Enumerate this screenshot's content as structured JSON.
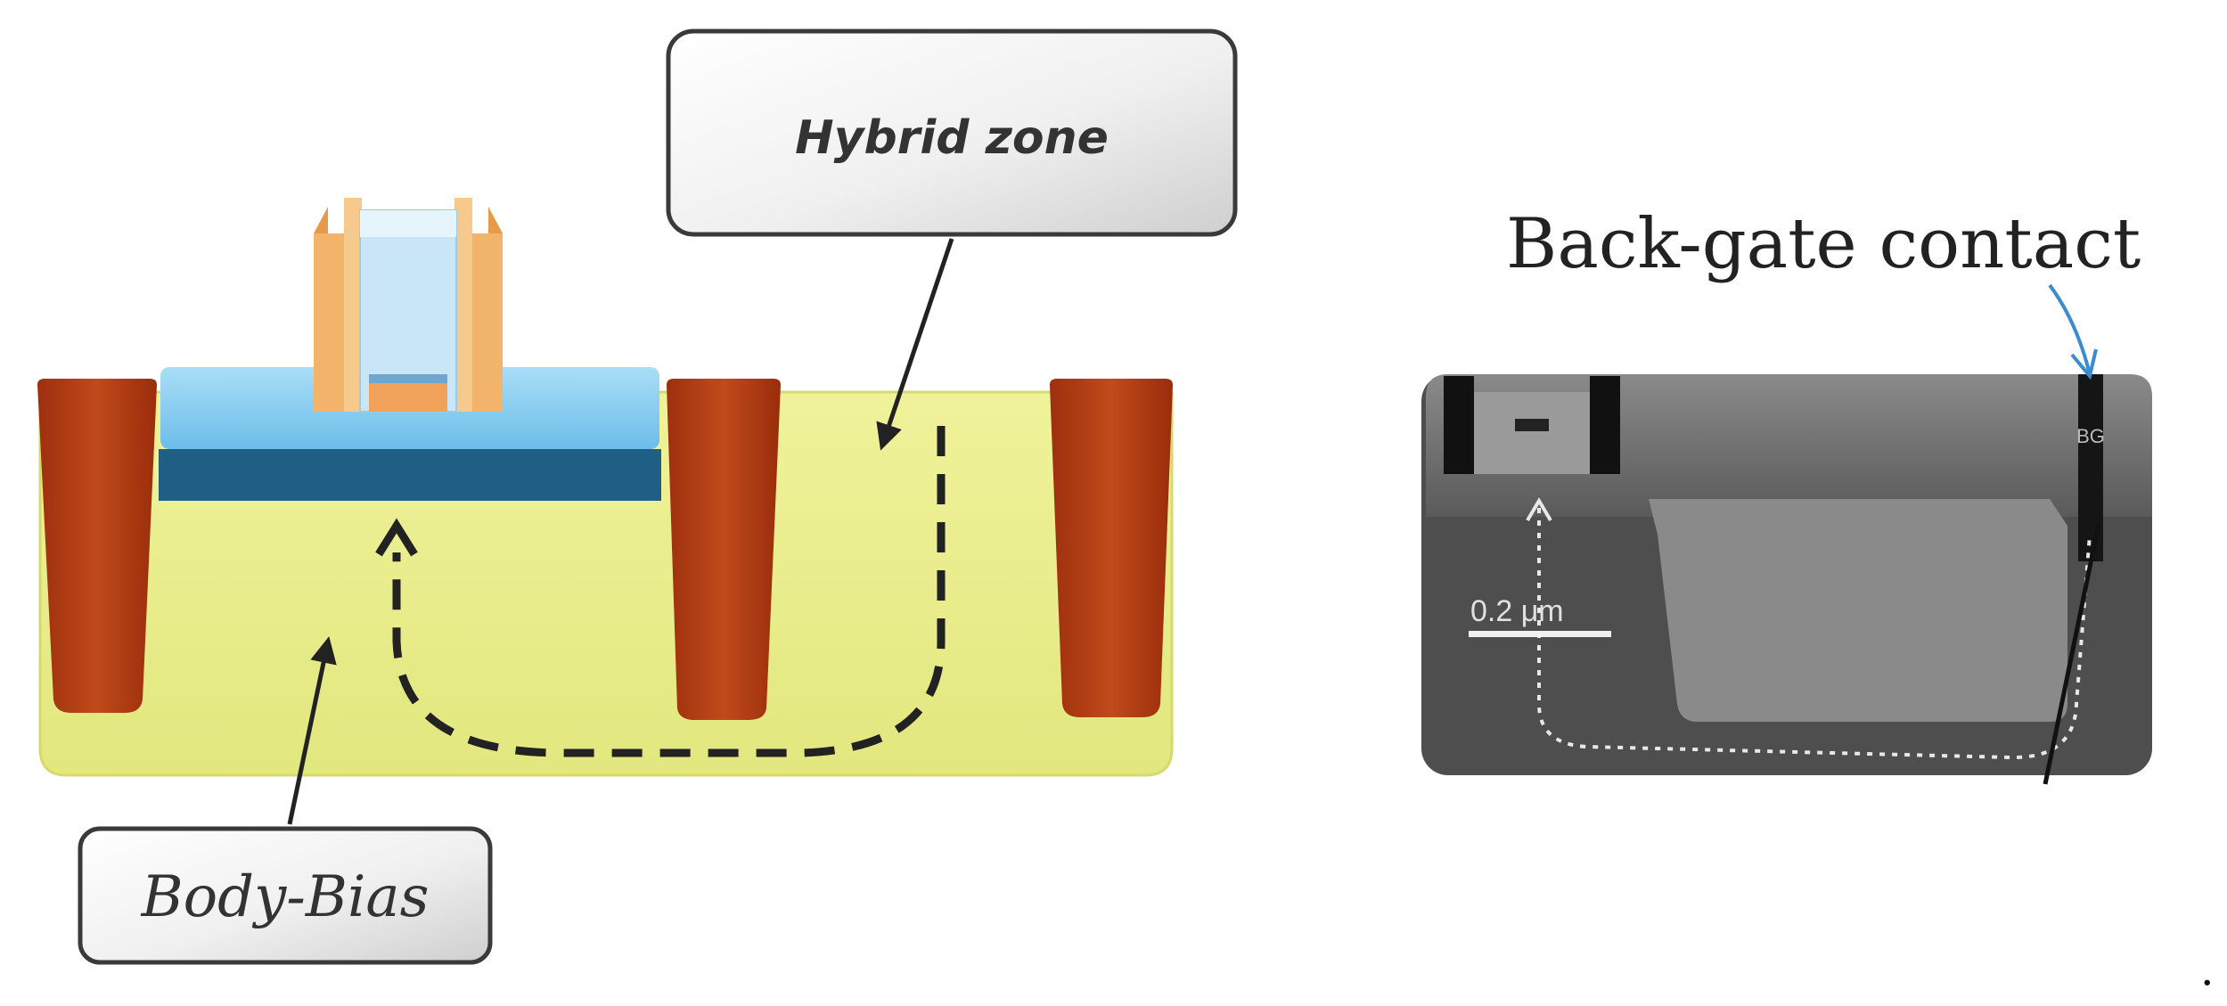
{
  "labels": {
    "hybrid_zone": "Hybrid zone",
    "body_bias": "Body-Bias",
    "back_gate_contact": "Back-gate contact",
    "scale_bar": "0.2 μm",
    "contact_marker": "BG",
    "trailing_dot": "."
  },
  "colors": {
    "substrate": "#e8ec8a",
    "shallow_trench_isolation": "#b13a12",
    "buried_oxide": "#1f5f86",
    "silicon_film": "#8fd0f2",
    "gate": "#b8ddf0",
    "spacer": "#f2b36a",
    "sem_background": "#4a4a4a",
    "annotation_arrow": "#3a8bd0"
  }
}
